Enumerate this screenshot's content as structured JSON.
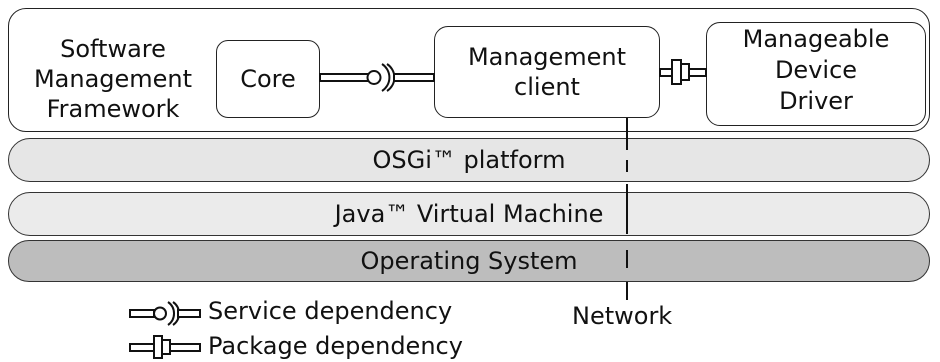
{
  "framework": {
    "lines": [
      "Software",
      "Management",
      "Framework"
    ],
    "core": "Core",
    "management_client": [
      "Management",
      "client"
    ],
    "device_driver": [
      "Manageable",
      "Device",
      "Driver"
    ]
  },
  "layers": [
    {
      "label": "OSGi™ platform",
      "fill": "#e6e6e6"
    },
    {
      "label": "Java™ Virtual Machine",
      "fill": "#ebebeb"
    },
    {
      "label": "Operating System",
      "fill": "#bdbdbd"
    }
  ],
  "network_label": "Network",
  "legend": {
    "service": "Service dependency",
    "package": "Package dependency"
  }
}
